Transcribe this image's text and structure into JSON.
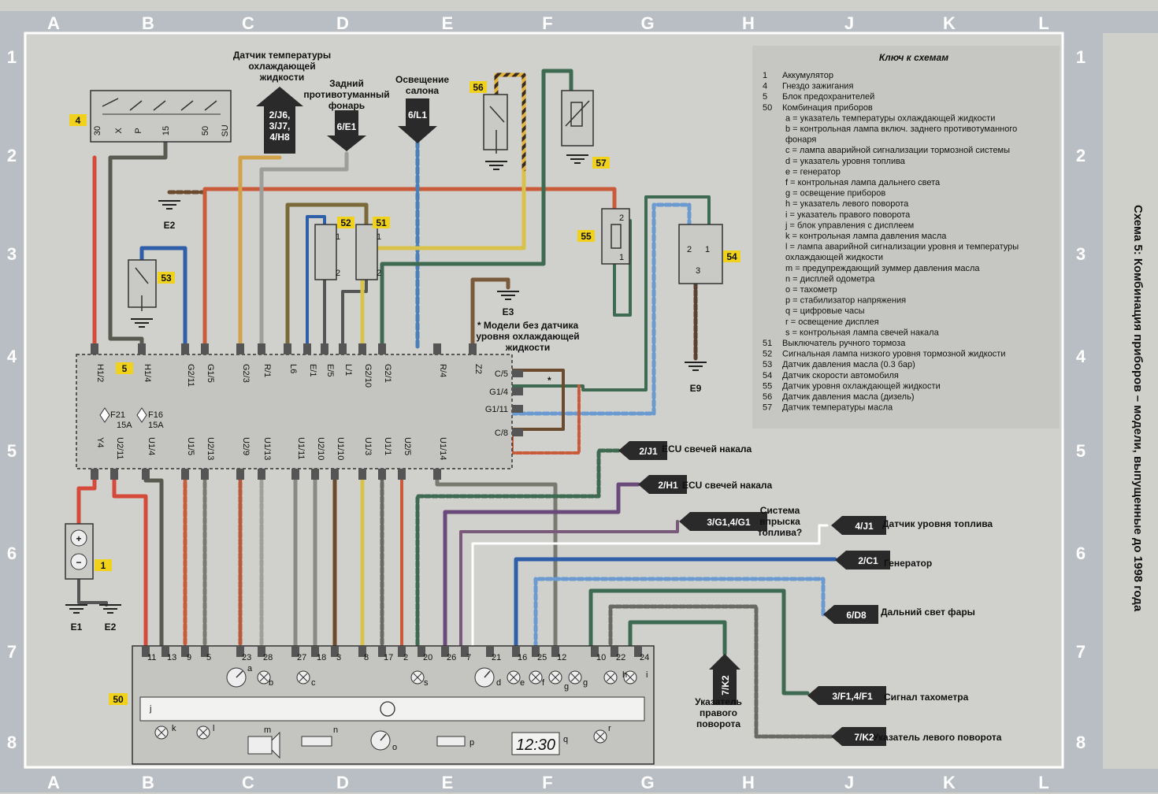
{
  "title": "Схема 5: Комбинация приборов – модели, выпущенные до 1998 года",
  "columns": [
    "A",
    "B",
    "C",
    "D",
    "E",
    "F",
    "G",
    "H",
    "J",
    "K",
    "L"
  ],
  "rows": [
    "1",
    "2",
    "3",
    "4",
    "5",
    "6",
    "7",
    "8"
  ],
  "legend": {
    "title": "Ключ к схемам",
    "items": [
      {
        "k": "1",
        "v": "Аккумулятор"
      },
      {
        "k": "4",
        "v": "Гнездо зажигания"
      },
      {
        "k": "5",
        "v": "Блок предохранителей"
      },
      {
        "k": "50",
        "v": "Комбинация приборов"
      },
      {
        "k": "",
        "v": "a = указатель температуры охлаждающей жидкости"
      },
      {
        "k": "",
        "v": "b = контрольная лампа включ. заднего противотуманного"
      },
      {
        "k": "",
        "v": "фонаря"
      },
      {
        "k": "",
        "v": "c = лампа аварийной сигнализации тормозной системы"
      },
      {
        "k": "",
        "v": "d = указатель уровня топлива"
      },
      {
        "k": "",
        "v": "e = генератор"
      },
      {
        "k": "",
        "v": "f = контрольная лампа дальнего света"
      },
      {
        "k": "",
        "v": "g = освещение приборов"
      },
      {
        "k": "",
        "v": "h = указатель левого поворота"
      },
      {
        "k": "",
        "v": "i = указатель правого поворота"
      },
      {
        "k": "",
        "v": "j = блок управления с дисплеем"
      },
      {
        "k": "",
        "v": "k = контрольная лампа давления масла"
      },
      {
        "k": "",
        "v": "l = лампа аварийной сигнализации уровня и температуры"
      },
      {
        "k": "",
        "v": "охлаждающей жидкости"
      },
      {
        "k": "",
        "v": "m = предупреждающий зуммер давления масла"
      },
      {
        "k": "",
        "v": "n = дисплей одометра"
      },
      {
        "k": "",
        "v": "o = тахометр"
      },
      {
        "k": "",
        "v": "p = стабилизатор напряжения"
      },
      {
        "k": "",
        "v": "q = цифровые часы"
      },
      {
        "k": "",
        "v": "r = освещение дисплея"
      },
      {
        "k": "",
        "v": "s = контрольная лампа свечей накала"
      },
      {
        "k": "51",
        "v": "Выключатель ручного тормоза"
      },
      {
        "k": "52",
        "v": "Сигнальная лампа низкого уровня тормозной жидкости"
      },
      {
        "k": "53",
        "v": "Датчик давления масла (0.3 бар)"
      },
      {
        "k": "54",
        "v": "Датчик скорости автомобиля"
      },
      {
        "k": "55",
        "v": "Датчик уровня охлаждающей жидкости"
      },
      {
        "k": "56",
        "v": "Датчик давления масла (дизель)"
      },
      {
        "k": "57",
        "v": "Датчик температуры масла"
      }
    ]
  },
  "components": {
    "c1": "1",
    "c4": "4",
    "c5": "5",
    "c50": "50",
    "c51": "51",
    "c52": "52",
    "c53": "53",
    "c54": "54",
    "c55": "55",
    "c56": "56",
    "c57": "57"
  },
  "ignition_pins": [
    "30",
    "X",
    "P",
    "15",
    "50",
    "SU"
  ],
  "grounds": {
    "e1": "E1",
    "e2a": "E2",
    "e2b": "E2",
    "e3": "E3",
    "e9": "E9"
  },
  "top_labels": {
    "coolant_sensor": [
      "Датчик температуры",
      "охлаждающей",
      "жидкости"
    ],
    "rear_fog": [
      "Задний",
      "противотуманный",
      "фонарь"
    ],
    "interior_light": [
      "Освещение",
      "салона"
    ],
    "note": [
      "* Модели без датчика",
      "уровня охлаждающей",
      "жидкости"
    ]
  },
  "arrows_top": {
    "coolant": [
      "2/J6,",
      "3/J7,",
      "4/H8"
    ],
    "fog": "6/E1",
    "interior": "6/L1"
  },
  "fuse_block": {
    "top_pins": [
      "H1/2",
      "H1/4",
      "G2/11",
      "G1/5",
      "G2/3",
      "R/1",
      "L6",
      "E/1",
      "E/5",
      "L/1",
      "G2/10",
      "G2/1",
      "R/4",
      "Z2"
    ],
    "right_pins": [
      "C/5",
      "G1/4",
      "G1/11",
      "C/8"
    ],
    "bottom_pins": [
      "Y4",
      "U2/11",
      "U1/4",
      "U1/5",
      "U2/13",
      "U2/9",
      "U1/13",
      "U1/11",
      "U2/10",
      "U1/10",
      "U1/3",
      "U1/1",
      "U2/5",
      "U1/14"
    ],
    "fuses": [
      {
        "name": "F21",
        "rating": "15A"
      },
      {
        "name": "F16",
        "rating": "15A"
      }
    ],
    "star": "*"
  },
  "connectors_right": [
    {
      "code": "2/J1",
      "label": "ECU свечей накала"
    },
    {
      "code": "2/H1",
      "label": "ECU свечей накала"
    },
    {
      "code": "3/G1,4/G1",
      "label": "Система впрыска топлива?"
    },
    {
      "code": "4/J1",
      "label": "Датчик уровня топлива"
    },
    {
      "code": "2/C1",
      "label": "Генератор"
    },
    {
      "code": "6/D8",
      "label": "Дальний свет фары"
    },
    {
      "code": "3/F1,4/F1",
      "label": "Сигнал тахометра"
    },
    {
      "code": "7/K2",
      "label": "Указатель левого поворота"
    }
  ],
  "right_turn": {
    "code": "7/K2",
    "label": [
      "Указатель",
      "правого",
      "поворота"
    ]
  },
  "cluster": {
    "pins": [
      "11",
      "13",
      "9",
      "5",
      "23",
      "28",
      "27",
      "18",
      "3",
      "8",
      "17",
      "2",
      "20",
      "26",
      "7",
      "21",
      "16",
      "25",
      "12",
      "10",
      "22",
      "24"
    ],
    "letters": [
      "a",
      "b",
      "c",
      "s",
      "d",
      "e",
      "f",
      "g",
      "g",
      "h",
      "i",
      "j",
      "k",
      "l",
      "m",
      "n",
      "o",
      "p",
      "q",
      "r"
    ],
    "clock": "12:30"
  },
  "sensor_pins": {
    "p52": [
      "1",
      "2"
    ],
    "p51": [
      "1",
      "2"
    ],
    "p55": [
      "2",
      "1"
    ],
    "p54": [
      "2",
      "1",
      "3"
    ]
  },
  "battery": {
    "plus": "+",
    "minus": "−"
  },
  "colors": {
    "page": "#cfd0ca",
    "frame": "#ffffff",
    "strip": "#bfc3c8",
    "component": "#c9c9c6",
    "tag": "#f0d21c",
    "legend_bg": "#c6c7c3"
  }
}
